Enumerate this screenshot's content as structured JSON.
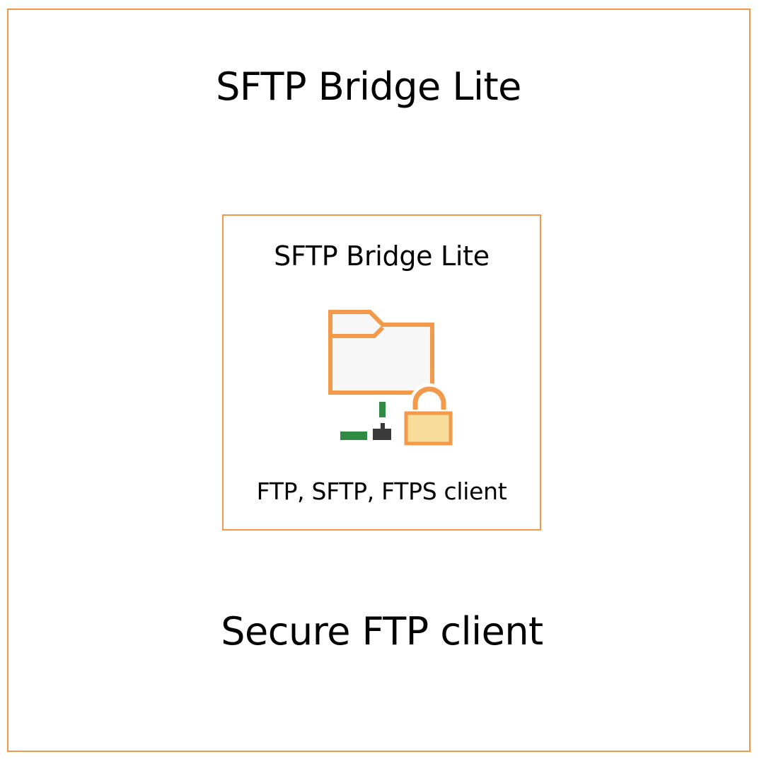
{
  "header": {
    "title": "SFTP Bridge Lite"
  },
  "app_tile": {
    "name": "SFTP Bridge Lite",
    "icon": "folder-network-lock-icon",
    "caption": "FTP, SFTP, FTPS client"
  },
  "footer": {
    "subtitle": "Secure FTP client"
  },
  "colors": {
    "accent_orange": "#f39a4a",
    "folder_fill": "#f7f7f7",
    "lock_body": "#f8dc9a",
    "network_green": "#2f8a44",
    "connector_dark": "#3a3a3a",
    "frame_border": "#f39a4a"
  }
}
